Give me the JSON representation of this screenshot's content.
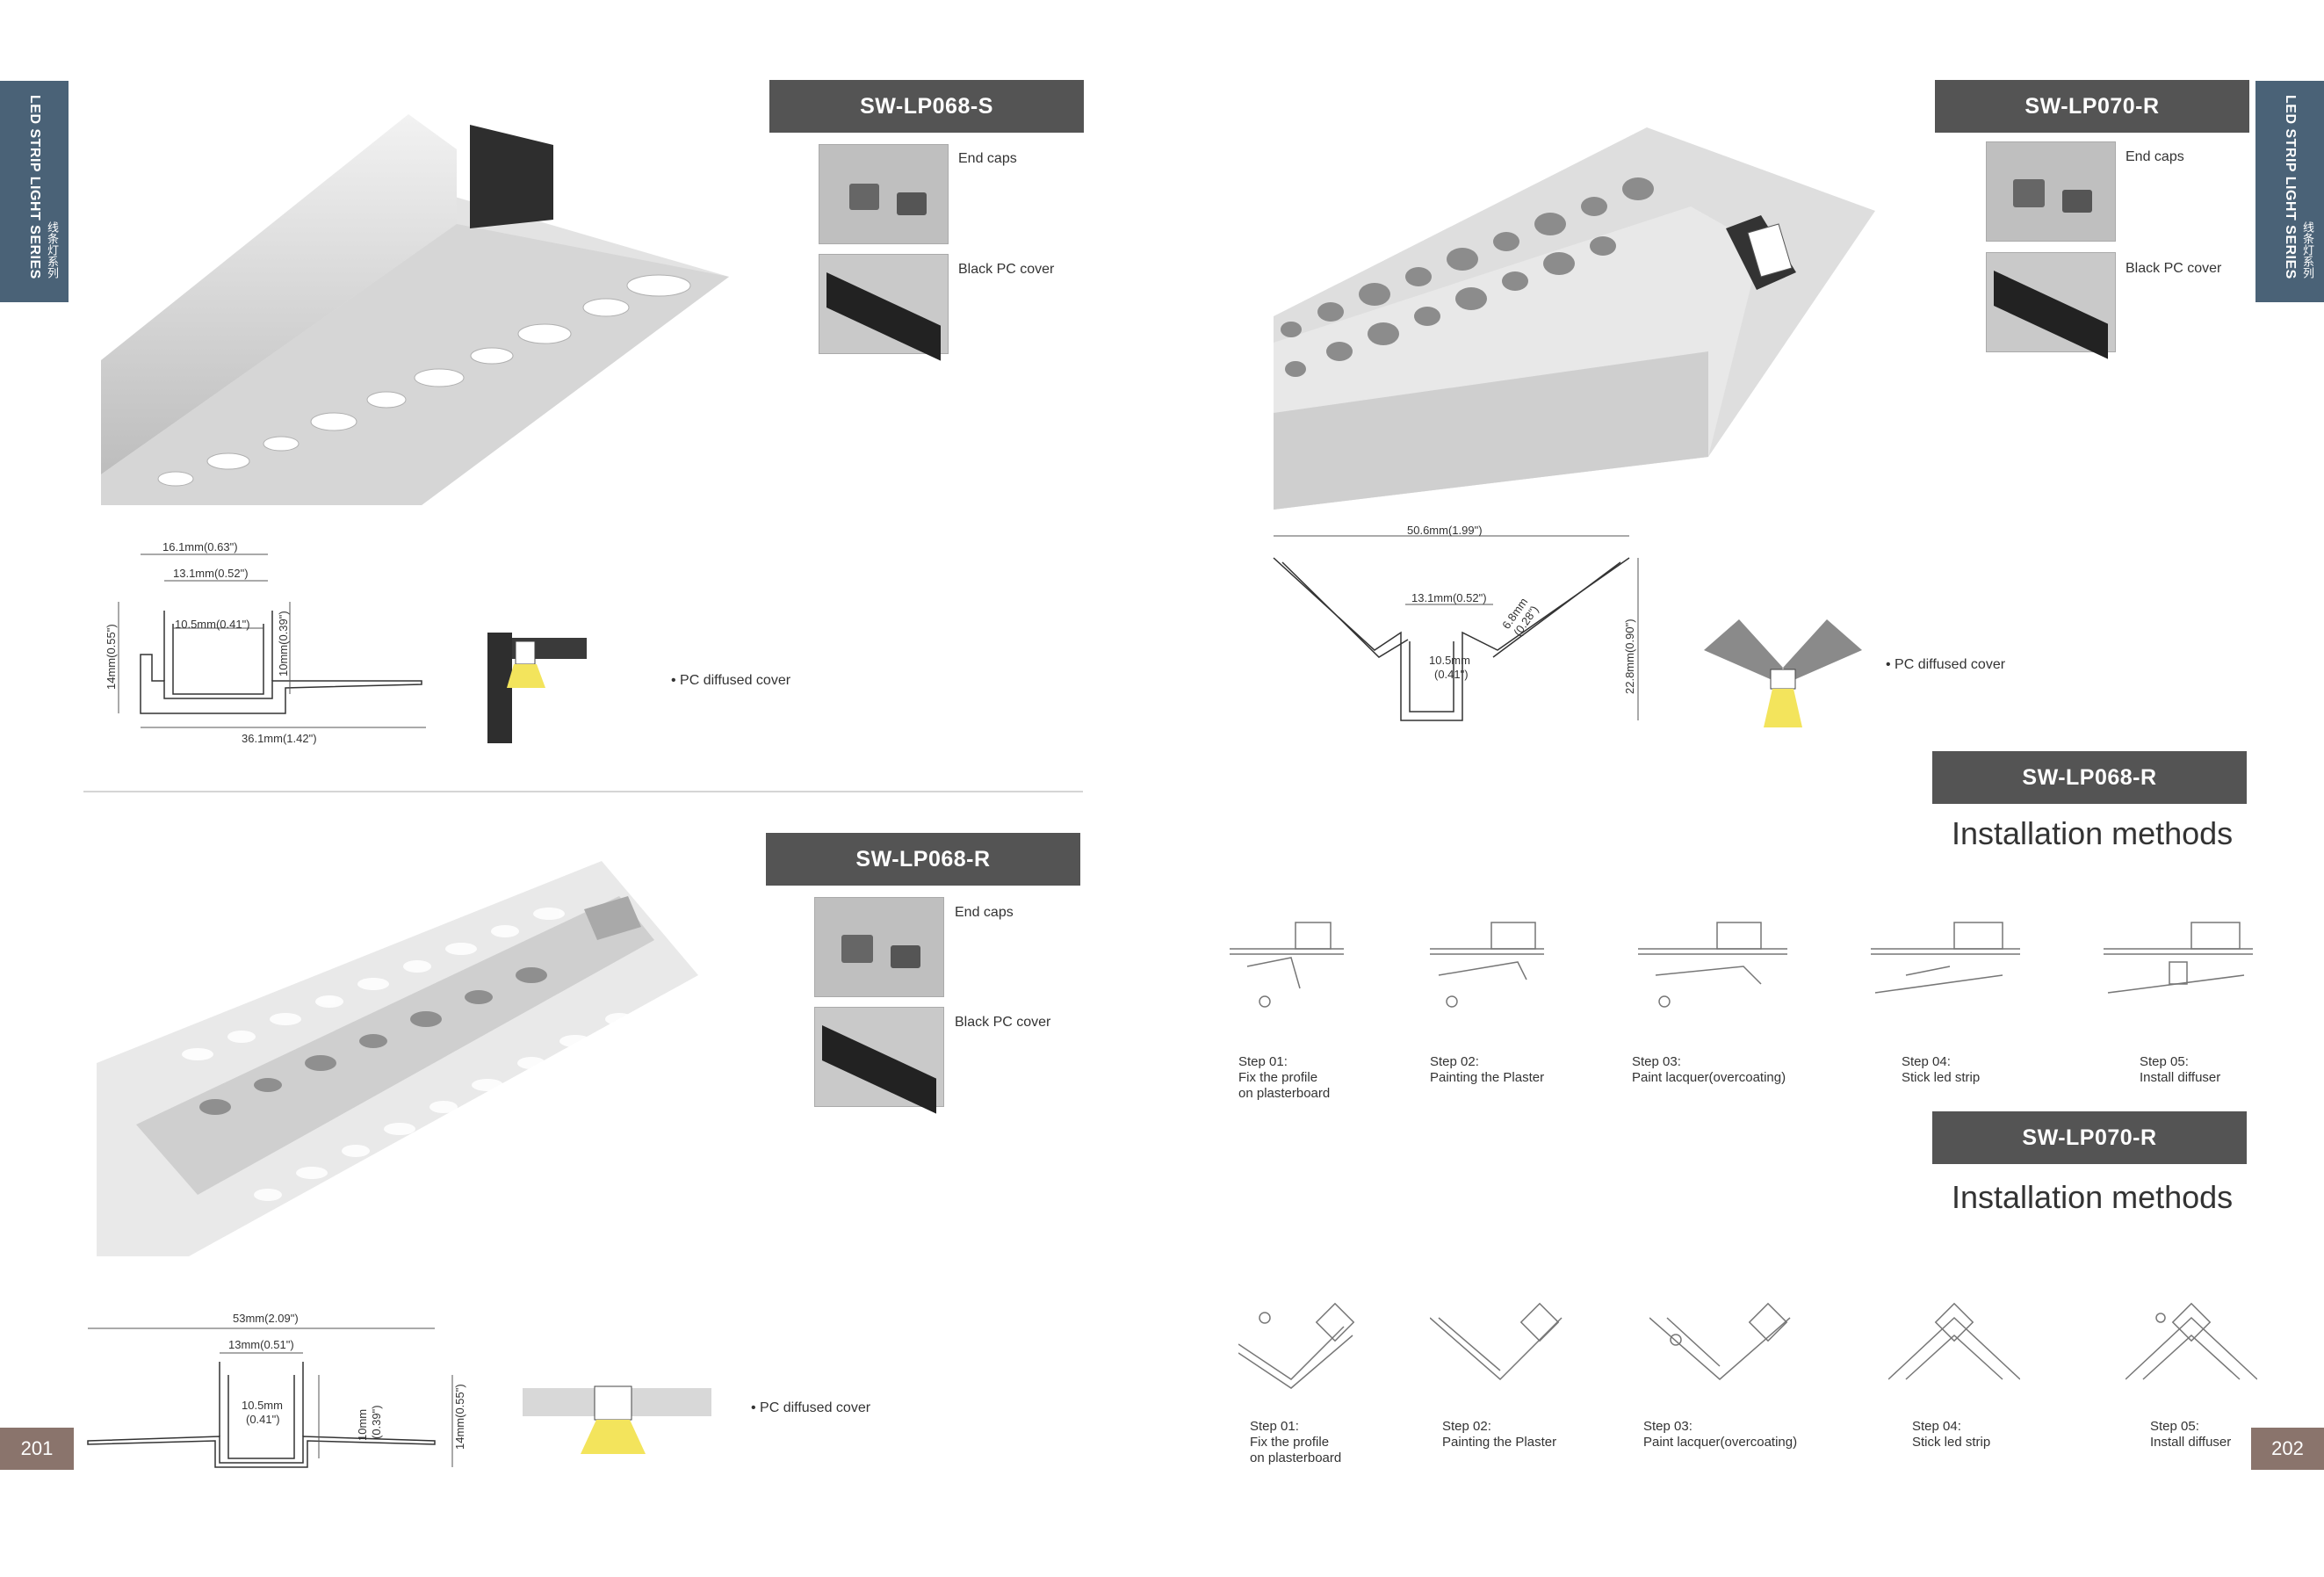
{
  "left_page": {
    "side_tab": {
      "en": "LED STRIP LIGHT SERIES",
      "cn": "线条灯系列"
    },
    "page_number": "201",
    "products": [
      {
        "title": "SW-LP068-S",
        "accessories": [
          {
            "label": "End caps"
          },
          {
            "label": "Black PC cover"
          }
        ],
        "dims": {
          "a": "16.1mm(0.63\")",
          "b": "13.1mm(0.52\")",
          "c": "10.5mm(0.41\")",
          "d": "14mm(0.55\")",
          "e": "10mm(0.39\")",
          "f": "36.1mm(1.42\")"
        },
        "cover_note": "• PC diffused cover"
      },
      {
        "title": "SW-LP068-R",
        "accessories": [
          {
            "label": "End caps"
          },
          {
            "label": "Black PC cover"
          }
        ],
        "dims": {
          "a": "53mm(2.09\")",
          "b": "13mm(0.51\")",
          "c1": "10.5mm",
          "c2": "(0.41\")",
          "e1": "10mm",
          "e2": "(0.39\")",
          "d": "14mm(0.55\")"
        },
        "cover_note": "• PC diffused cover"
      }
    ]
  },
  "right_page": {
    "side_tab": {
      "en": "LED STRIP LIGHT SERIES",
      "cn": "线条灯系列"
    },
    "page_number": "202",
    "product": {
      "title": "SW-LP070-R",
      "accessories": [
        {
          "label": "End caps"
        },
        {
          "label": "Black PC cover"
        }
      ],
      "dims": {
        "a": "50.6mm(1.99\")",
        "b": "13.1mm(0.52\")",
        "c1": "10.5mm",
        "c2": "(0.41\")",
        "g1": "6.8mm",
        "g2": "(0.28\")",
        "h": "22.8mm(0.90\")"
      },
      "cover_note": "• PC diffused cover"
    },
    "installations": [
      {
        "title": "SW-LP068-R",
        "heading": "Installation methods",
        "steps": [
          "Step  01:\nFix the profile\non plasterboard",
          "Step  02:\nPainting the Plaster",
          "Step  03:\nPaint lacquer(overcoating)",
          "Step  04:\nStick led strip",
          "Step  05:\nInstall diffuser"
        ]
      },
      {
        "title": "SW-LP070-R",
        "heading": "Installation methods",
        "steps": [
          "Step  01:\nFix the profile\non plasterboard",
          "Step  02:\nPainting the Plaster",
          "Step  03:\nPaint lacquer(overcoating)",
          "Step  04:\nStick led strip",
          "Step  05:\nInstall diffuser"
        ]
      }
    ]
  },
  "colors": {
    "title_bar": "#545454",
    "side_tab": "#4a6277",
    "page_number": "#8a746c",
    "led": "#f3e45c"
  }
}
